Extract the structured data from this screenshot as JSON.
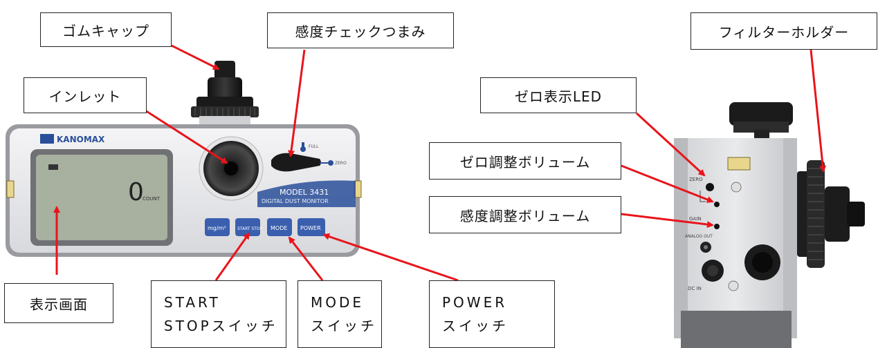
{
  "device": {
    "brand": "KANOMAX",
    "model": "MODEL 3431",
    "subtitle": "DIGITAL DUST MONITOR",
    "lcd_value": "0",
    "lcd_unit": "COUNT",
    "dial_full": "FULL",
    "dial_zero": "ZERO",
    "buttons": [
      "mg/m³",
      "START STOP",
      "MODE",
      "POWER"
    ],
    "side_labels": [
      "ZERO",
      "GAIN",
      "ANALOG OUT",
      "DC IN"
    ]
  },
  "callouts": {
    "rubber_cap": "ゴムキャップ",
    "sensitivity_knob": "感度チェックつまみ",
    "inlet": "インレット",
    "display": "表示画面",
    "start_stop": [
      "START",
      "STOPスイッチ"
    ],
    "mode": [
      "MODE",
      "スイッチ"
    ],
    "power": [
      "POWER",
      "スイッチ"
    ],
    "filter_holder": "フィルターホルダー",
    "zero_led": "ゼロ表示LED",
    "zero_adjust": "ゼロ調整ボリューム",
    "sensitivity_adjust": "感度調整ボリューム"
  },
  "colors": {
    "arrow": "#e8141a",
    "brand_blue": "#2a4f9a",
    "lcd": "#a8b0a0"
  }
}
